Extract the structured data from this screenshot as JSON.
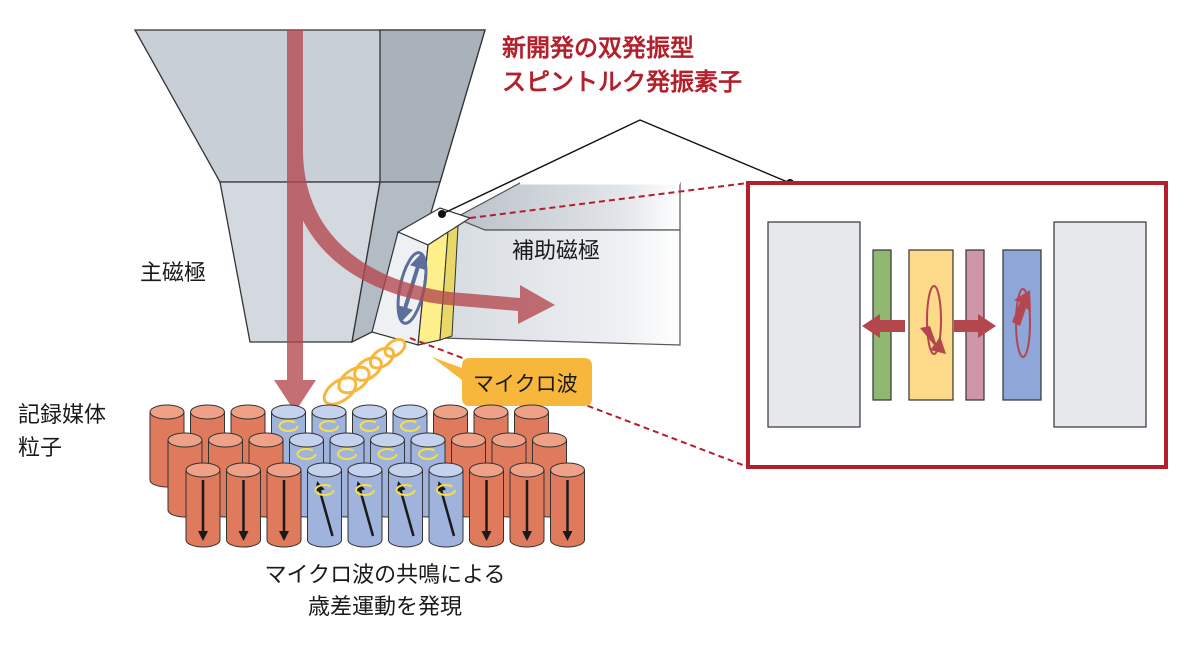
{
  "labels": {
    "device_title_line1": "新開発の双発振型",
    "device_title_line2": "スピントルク発振素子",
    "main_pole": "主磁極",
    "aux_pole": "補助磁極",
    "microwave": "マイクロ波",
    "medium_line1": "記録媒体",
    "medium_line2": "粒子",
    "bottom_line1": "マイクロ波の共鳴による",
    "bottom_line2": "歳差運動を発現"
  },
  "colors": {
    "accent_red": "#b3202b",
    "flux_arrow": "#b4474d",
    "pole_gray": "#c9cfd6",
    "pole_dark": "#a9b1ba",
    "grain_orange": "#e07a5c",
    "grain_blue": "#9fb3dc",
    "callout_yellow": "#f6b73c",
    "layer_green": "#90b872",
    "layer_yellow": "#fdd98a",
    "layer_pink": "#cf95a8",
    "layer_blue": "#8ea6d8",
    "panel_gray": "#e6e8eb"
  },
  "medium": {
    "row_counts": [
      10,
      10,
      10
    ],
    "precessing_columns": [
      3,
      4,
      5,
      6
    ]
  }
}
